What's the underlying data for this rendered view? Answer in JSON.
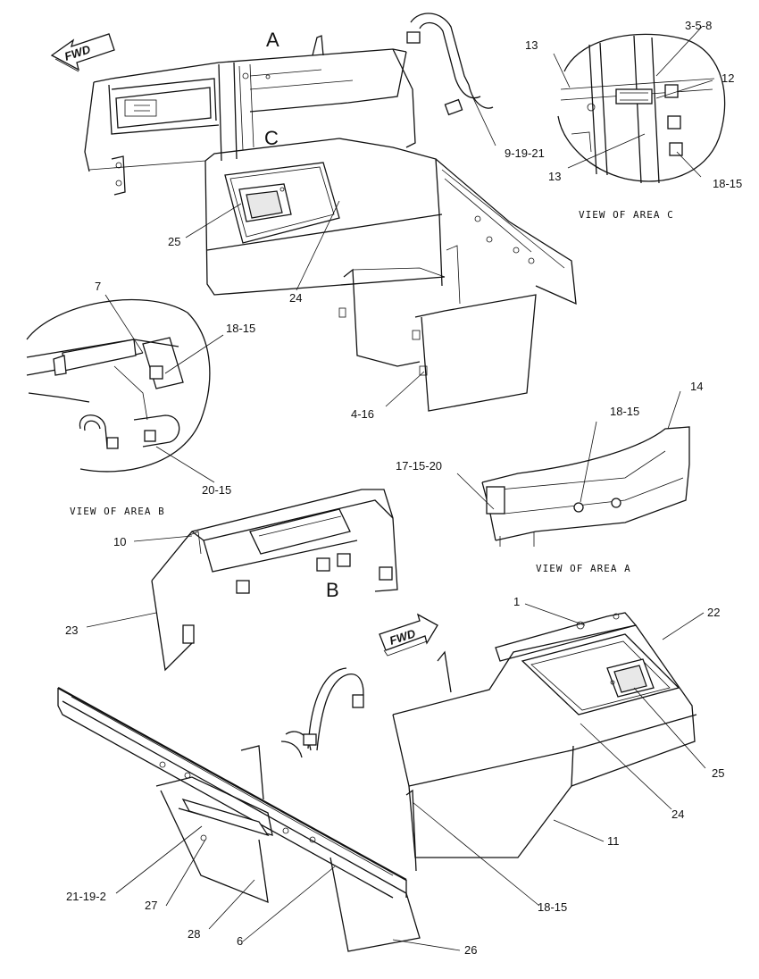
{
  "diagram": {
    "arrows": [
      "FWD",
      "FWD"
    ],
    "area_letters": {
      "a": "A",
      "b": "B",
      "c": "C"
    },
    "captions": {
      "area_c": "VIEW OF AREA C",
      "area_b": "VIEW OF AREA B",
      "area_a": "VIEW OF AREA A"
    },
    "callouts": [
      "3-5-8",
      "13",
      "12",
      "13",
      "18-15",
      "9-19-21",
      "25",
      "24",
      "7",
      "18-15",
      "20-15",
      "4-16",
      "14",
      "18-15",
      "17-15-20",
      "10",
      "23",
      "1",
      "22",
      "25",
      "24",
      "11",
      "21-19-2",
      "27",
      "28",
      "6",
      "18-15",
      "26"
    ]
  }
}
